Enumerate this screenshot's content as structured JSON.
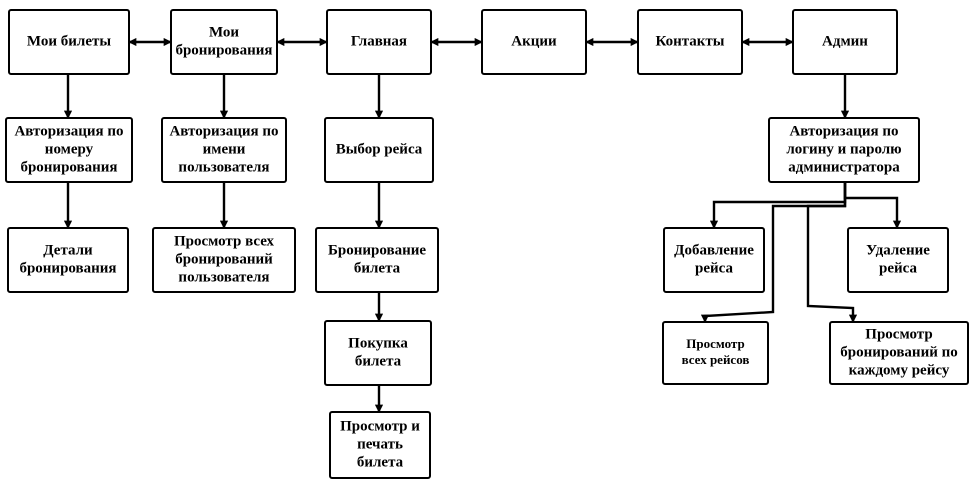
{
  "colors": {
    "stroke": "#000000",
    "fill": "#ffffff",
    "text": "#000000"
  },
  "nav": [
    {
      "id": "my-tickets",
      "lines": [
        "Мои билеты"
      ]
    },
    {
      "id": "my-bookings",
      "lines": [
        "Мои",
        "бронирования"
      ]
    },
    {
      "id": "main",
      "lines": [
        "Главная"
      ]
    },
    {
      "id": "promotions",
      "lines": [
        "Акции"
      ]
    },
    {
      "id": "contacts",
      "lines": [
        "Контакты"
      ]
    },
    {
      "id": "admin",
      "lines": [
        "Админ"
      ]
    }
  ],
  "nodes": [
    {
      "id": "auth-booking-number",
      "lines": [
        "Авторизация по",
        "номеру",
        "бронирования"
      ]
    },
    {
      "id": "booking-details",
      "lines": [
        "Детали",
        "бронирования"
      ]
    },
    {
      "id": "auth-username",
      "lines": [
        "Авторизация по",
        "имени",
        "пользователя"
      ]
    },
    {
      "id": "view-all-user-bookings",
      "lines": [
        "Просмотр всех",
        "бронирований",
        "пользователя"
      ]
    },
    {
      "id": "flight-selection",
      "lines": [
        "Выбор рейса"
      ]
    },
    {
      "id": "ticket-booking",
      "lines": [
        "Бронирование",
        "билета"
      ]
    },
    {
      "id": "ticket-purchase",
      "lines": [
        "Покупка",
        "билета"
      ]
    },
    {
      "id": "view-print-ticket",
      "lines": [
        "Просмотр и",
        "печать",
        "билета"
      ]
    },
    {
      "id": "auth-admin",
      "lines": [
        "Авторизация по",
        "логину и паролю",
        "администратора"
      ]
    },
    {
      "id": "add-flight",
      "lines": [
        "Добавление",
        "рейса"
      ]
    },
    {
      "id": "delete-flight",
      "lines": [
        "Удаление",
        "рейса"
      ]
    },
    {
      "id": "view-all-flights",
      "lines": [
        "Просмотр",
        "всех рейсов"
      ]
    },
    {
      "id": "view-bookings-per-flight",
      "lines": [
        "Просмотр",
        "бронирований по",
        "каждому рейсу"
      ]
    }
  ]
}
